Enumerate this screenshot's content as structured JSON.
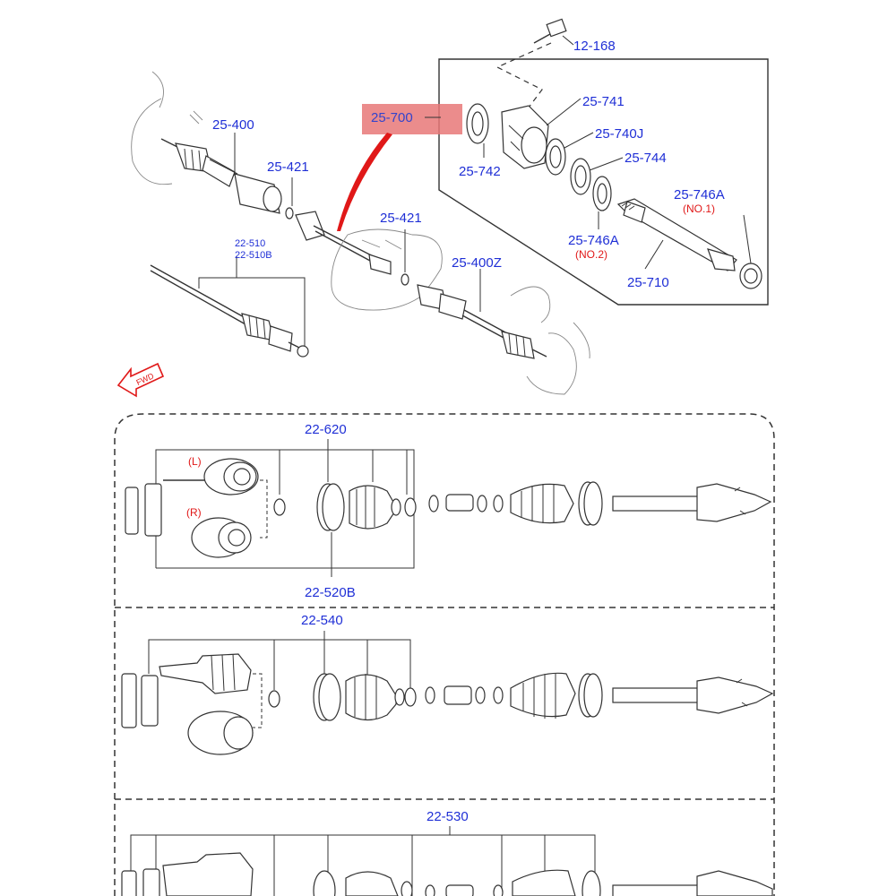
{
  "labels": {
    "p12_168": "12-168",
    "p25_741": "25-741",
    "p25_740j": "25-740J",
    "p25_744": "25-744",
    "p25_742": "25-742",
    "p25_746a_1": "25-746A",
    "p25_746a_1_note": "(NO.1)",
    "p25_746a_2": "25-746A",
    "p25_746a_2_note": "(NO.2)",
    "p25_710": "25-710",
    "p25_700": "25-700",
    "p25_400": "25-400",
    "p25_421_a": "25-421",
    "p25_421_b": "25-421",
    "p25_400z": "25-400Z",
    "p22_510": "22-510",
    "p22_510b": "22-510B",
    "fwd": "FWD",
    "p22_620": "22-620",
    "left_note": "(L)",
    "right_note": "(R)",
    "p22_520b": "22-520B",
    "p22_540": "22-540",
    "p22_530": "22-530"
  },
  "colors": {
    "label_blue": "#1f2fd6",
    "note_red": "#e01818",
    "highlight": "#e23a3a"
  }
}
